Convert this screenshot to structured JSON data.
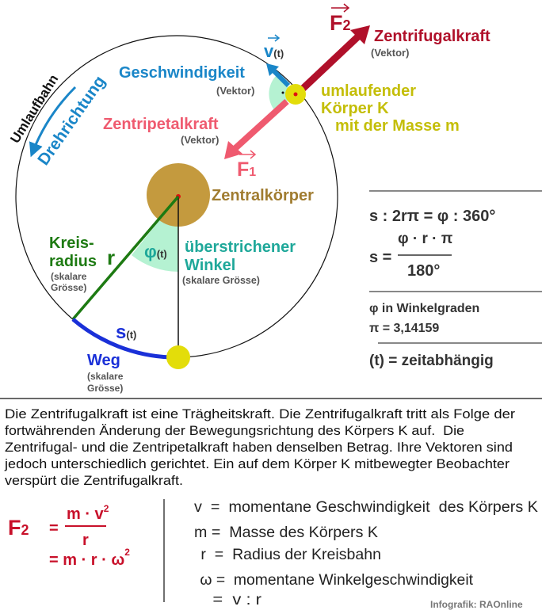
{
  "diagram": {
    "orbit_label": "Umlaufbahn",
    "direction_label": "Drehrichtung",
    "velocity": {
      "symbol": "v",
      "sub": "(t)",
      "label": "Geschwindigkeit",
      "note": "(Vektor)"
    },
    "centrifugal": {
      "symbol": "F",
      "sub": "2",
      "label": "Zentrifugalkraft",
      "note": "(Vektor)"
    },
    "centripetal": {
      "symbol": "F",
      "sub": "1",
      "label": "Zentripetalkraft",
      "note": "(Vektor)"
    },
    "body": {
      "line1": "umlaufender",
      "line2": "Körper K",
      "line3": "mit der Masse m"
    },
    "central_body": "Zentralkörper",
    "radius": {
      "line1": "Kreis-",
      "line2": "radius",
      "symbol": "r",
      "note1": "(skalare",
      "note2": "Grösse)"
    },
    "angle": {
      "symbol": "φ",
      "sub": "(t)",
      "line1": "überstrichener",
      "line2": "Winkel",
      "note": "(skalare Grösse)"
    },
    "path": {
      "symbol": "s",
      "sub": "(t)",
      "label": "Weg",
      "note1": "(skalare",
      "note2": "Grösse)"
    }
  },
  "formulas": {
    "proportion": "s : 2rπ = φ : 360°",
    "s_lhs": "s =",
    "s_num": "φ · r · π",
    "s_den": "180°",
    "phi_note": "φ in Winkelgraden",
    "pi_value": "π = 3,14159",
    "t_note": "(t) = zeitabhängig"
  },
  "paragraph": [
    "Die Zentrifugalkraft ist eine Trägheitskraft. Die Zentrifugalkraft tritt als Folge der",
    "fortwährenden Änderung der Bewegungsrichtung des Körpers K auf.  Die",
    "Zentrifugal- und die Zentripetalkraft haben denselben Betrag. Ihre Vektoren sind",
    "jedoch unterschiedlich gerichtet. Ein auf dem Körper K mitbewegter Beobachter",
    "verspürt die Zentrifugalkraft."
  ],
  "main_formula": {
    "lhs": "F",
    "lhs_sub": "2",
    "eq1": "=",
    "num": "m · v",
    "num_exp": "2",
    "den": "r",
    "eq2": "= m · r · ω",
    "eq2_exp": "2"
  },
  "definitions": [
    "v  =  momentane Geschwindigkeit  des Körpers K",
    "m =  Masse des Körpers K",
    " r  =  Radius der Kreisbahn",
    " ω =  momentane Winkelgeschwindigkeit",
    "   =  v : r"
  ],
  "credit": "Infografik: RAOnline",
  "colors": {
    "centrifugal": "#b0102a",
    "centripetal": "#ef5a6f",
    "velocity": "#1a86c8",
    "body": "#c4be08",
    "central": "#c49a3e",
    "radius": "#1d7a12",
    "angle": "#1fa89a",
    "path": "#1a30d8"
  }
}
